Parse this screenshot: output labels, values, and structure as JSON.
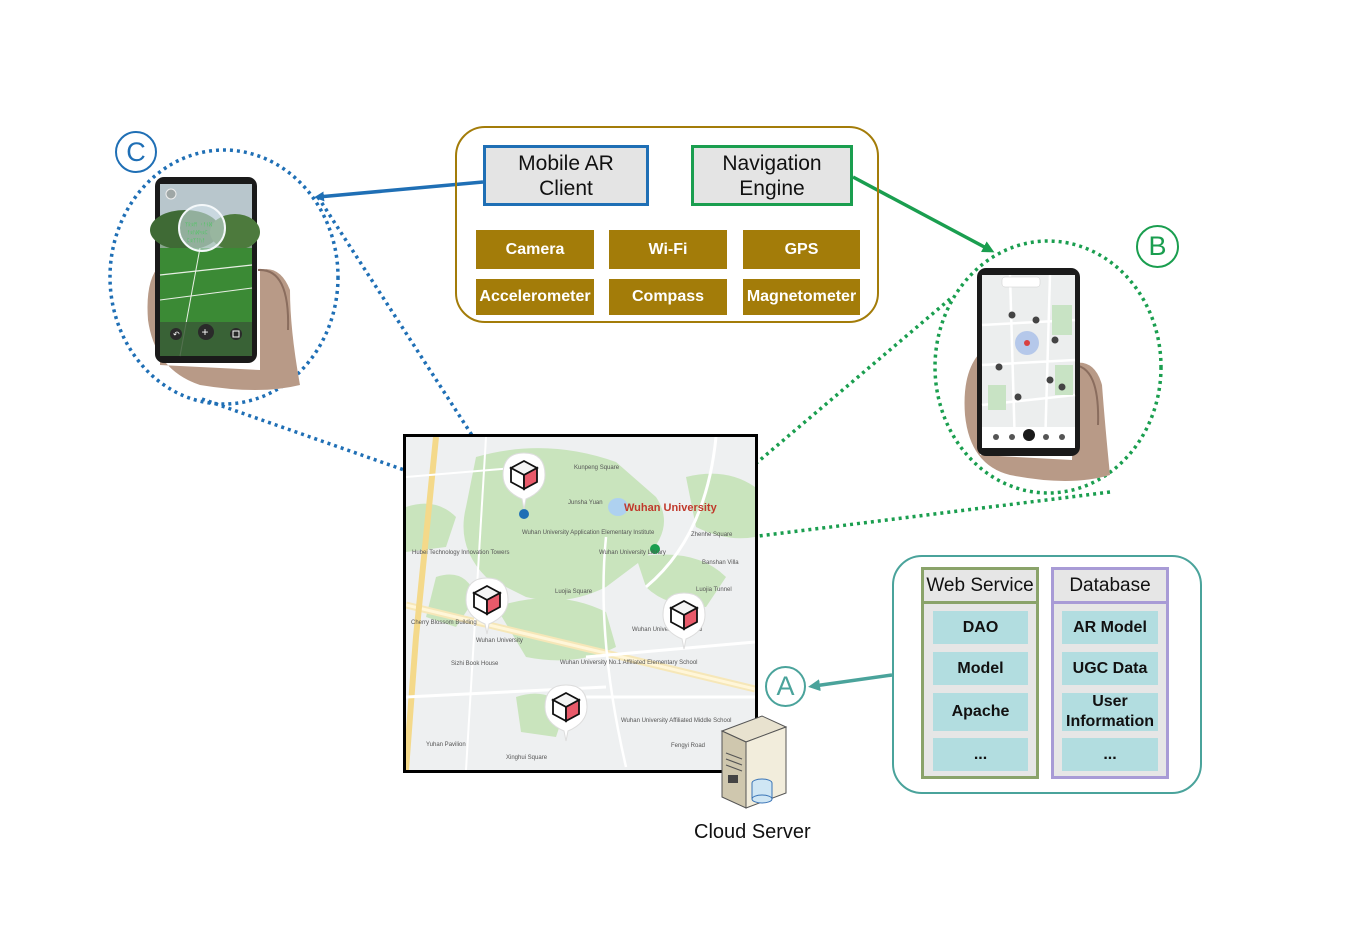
{
  "client": {
    "label_line1": "Mobile AR",
    "label_line2": "Client"
  },
  "engine": {
    "label_line1": "Navigation",
    "label_line2": "Engine"
  },
  "sensors": [
    "Camera",
    "Wi-Fi",
    "GPS",
    "Accelerometer",
    "Compass",
    "Magnetometer"
  ],
  "labels": {
    "a": "A",
    "b": "B",
    "c": "C"
  },
  "server": {
    "caption": "Cloud Server"
  },
  "web_service": {
    "title": "Web Service",
    "items": [
      "DAO",
      "Model",
      "Apache",
      "..."
    ]
  },
  "database": {
    "title": "Database",
    "items": [
      "AR Model",
      "UGC Data",
      "User Information",
      "..."
    ]
  },
  "map": {
    "campus_label": "Wuhan University",
    "place_labels": [
      "Wuhan University Application Elementary Institute",
      "Wuhan University Library",
      "Luojia Square",
      "Wuhan University",
      "Sizhi Book House",
      "Wuhan University No.1 Affiliated Elementary School",
      "Wuhan University Hospital",
      "Wuhan University Affiliated Middle School",
      "Hubei Technology Innovation Towers",
      "Cherry Blossom Building",
      "Luojia Tunnel",
      "Banshan Villa",
      "Kunpeng Square",
      "Junsha Yuan",
      "Zhenhe Square",
      "Yuhan Pavilion",
      "Xinghui Square",
      "Fengyi Road"
    ]
  },
  "colors": {
    "client_blue": "#1f6fb5",
    "engine_green": "#1a9e4f",
    "sensor_gold": "#a37c09",
    "server_teal": "#4aa39b",
    "web_service_border": "#8aa36a",
    "database_border": "#a89bd6",
    "cell_fill": "#b2dde0"
  }
}
